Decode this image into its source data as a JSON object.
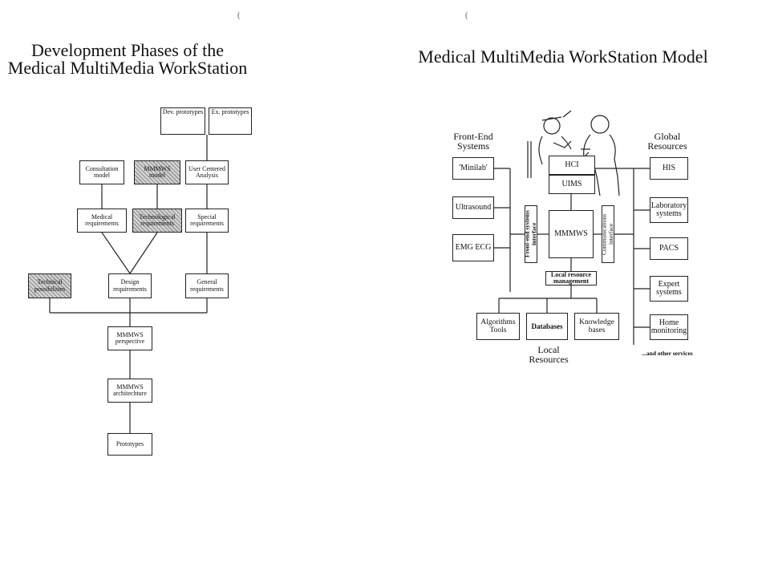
{
  "left": {
    "title": "Development Phases of the\nMedical MultiMedia WorkStation",
    "boxes": {
      "dev_prototypes": "Dev. prototypes",
      "ex_prototypes": "Ex. prototypes",
      "consultation_model": "Consultation model",
      "mmmws_model": "MMMWS model",
      "user_centered_analysis": "User Centered Analysis",
      "medical_requirements": "Medical requirements",
      "technological_requirements": "Technological requirements",
      "special_requirements": "Special requirements",
      "technical_possibilities": "Technical possibilities",
      "design_requirements": "Design requirements",
      "general_requirements": "General requirements",
      "mmmws_perspective": "MMMWS perspective",
      "mmmws_architechture": "MMMWS architechture",
      "prototypes": "Prototypes"
    }
  },
  "right": {
    "title": "Medical MultiMedia WorkStation Model",
    "headings": {
      "front_end": "Front-End Systems",
      "global": "Global Resources",
      "local": "Local Resources",
      "other_services": "...and other services"
    },
    "front_end_boxes": {
      "minilab": "'Minilab'",
      "ultrasound": "Ultrasound",
      "emg_ecg": "EMG ECG"
    },
    "center_boxes": {
      "hci": "HCI",
      "uims": "UIMS",
      "front_end_interface": "Front-end systems interface",
      "mmmws": "MMMWS",
      "communications_interface": "Communications interface",
      "local_resource_management": "Local resource management"
    },
    "local_boxes": {
      "algorithms_tools": "Algorithms Tools",
      "databases": "Databases",
      "knowledge_bases": "Knowledge bases"
    },
    "global_boxes": {
      "his": "HIS",
      "laboratory_systems": "Laboratory systems",
      "pacs": "PACS",
      "expert_systems": "Expert systems",
      "home_monitoring": "Home monitoring"
    }
  },
  "marks": {
    "paren_left": "(",
    "paren_right": "("
  }
}
